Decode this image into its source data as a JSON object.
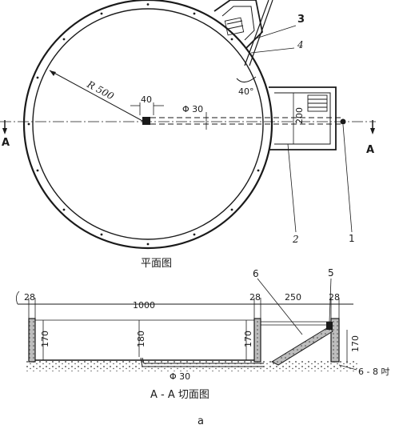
{
  "plan": {
    "radius_label": "R 500",
    "dim_40_top": "40",
    "pipe_label": "Φ 30",
    "dim_200": "200",
    "angle_label": "40°",
    "section_mark_left": "A",
    "section_mark_right": "A",
    "callouts": {
      "c1": "1",
      "c2": "2",
      "c3": "3",
      "c4": "4"
    },
    "title": "平面图"
  },
  "section": {
    "dim_28_left": "28",
    "dim_1000": "1000",
    "dim_28_mid": "28",
    "dim_250": "250",
    "dim_28_right": "28",
    "h170_left": "170",
    "h180": "180",
    "h170_mid": "170",
    "h170_right": "170",
    "pipe_label": "Φ 30",
    "slope_label": "6 - 8 吋",
    "callouts": {
      "c5": "5",
      "c6": "6"
    },
    "title": "A - A 切面图"
  },
  "figure_letter": "a"
}
